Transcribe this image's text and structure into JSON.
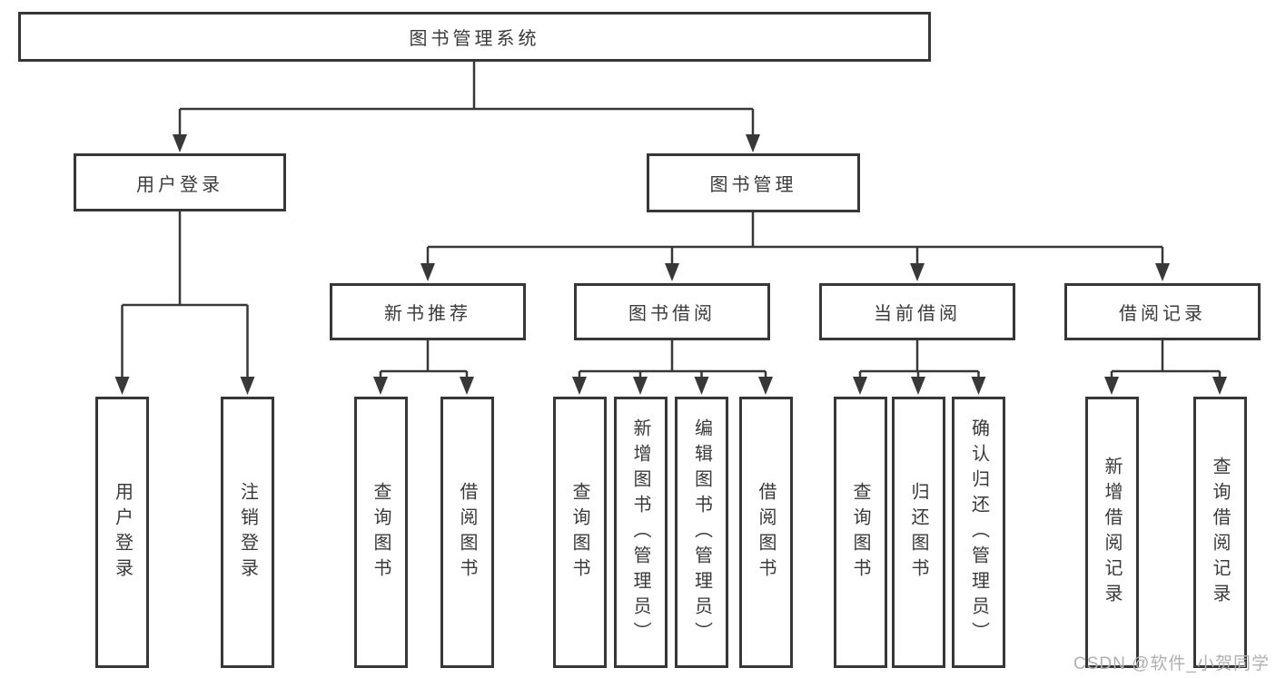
{
  "diagram": {
    "root": {
      "label": "图书管理系统"
    },
    "user_login": {
      "label": "用户登录",
      "children": [
        {
          "label": "用户登录"
        },
        {
          "label": "注销登录"
        }
      ]
    },
    "book_management": {
      "label": "图书管理",
      "sections": [
        {
          "label": "新书推荐",
          "children": [
            {
              "label": "查询图书"
            },
            {
              "label": "借阅图书"
            }
          ]
        },
        {
          "label": "图书借阅",
          "children": [
            {
              "label": "查询图书"
            },
            {
              "label": "新增图书（管理员）"
            },
            {
              "label": "编辑图书（管理员）"
            },
            {
              "label": "借阅图书"
            }
          ]
        },
        {
          "label": "当前借阅",
          "children": [
            {
              "label": "查询图书"
            },
            {
              "label": "归还图书"
            },
            {
              "label": "确认归还（管理员）"
            }
          ]
        },
        {
          "label": "借阅记录",
          "children": [
            {
              "label": "新增借阅记录"
            },
            {
              "label": "查询借阅记录"
            }
          ]
        }
      ]
    },
    "watermark": "CSDN @软件_小贺同学",
    "colors": {
      "line": "#383838",
      "box_border": "#373737",
      "text": "#3a3a3a",
      "watermark": "#b0b0b0",
      "background": "#ffffff"
    }
  }
}
